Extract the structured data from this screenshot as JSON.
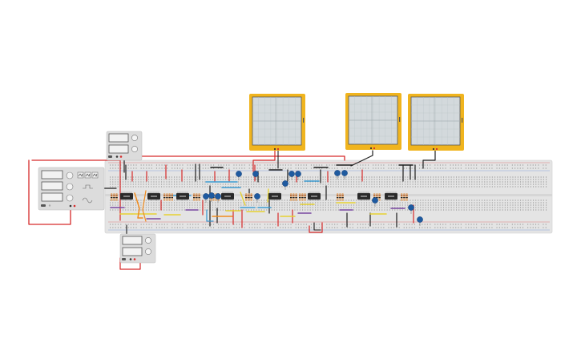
{
  "app": {
    "view": "circuit-breadboard-editor"
  },
  "colors": {
    "canvas": "#ffffff",
    "breadboard": "#e4e4e4",
    "scope_frame": "#f0b41e",
    "scope_screen": "#d3d9dc",
    "wire_red": "#d62a2a",
    "wire_black": "#1e1e1e",
    "wire_orange": "#f08c1e",
    "wire_yellow": "#e6d232",
    "wire_blue": "#3c9bd2",
    "wire_purple": "#7846a0",
    "capacitor": "#1e5aa0",
    "instrument_body": "#dcdcdc"
  },
  "instruments": {
    "oscilloscopes": [
      {
        "name": "oscilloscope-1",
        "icon": "oscilloscope-icon"
      },
      {
        "name": "oscilloscope-2",
        "icon": "oscilloscope-icon"
      },
      {
        "name": "oscilloscope-3",
        "icon": "oscilloscope-icon"
      }
    ],
    "power_supplies": [
      {
        "name": "power-supply-top",
        "icon": "power-supply-icon"
      },
      {
        "name": "power-supply-bottom",
        "icon": "power-supply-icon"
      }
    ],
    "function_generator": {
      "name": "function-generator",
      "icon": "function-generator-icon",
      "wave_buttons": [
        "square-wave-icon",
        "triangle-wave-icon",
        "sine-wave-icon"
      ]
    }
  },
  "components": {
    "ic_chips": [
      {
        "name": "ic-chip-1"
      },
      {
        "name": "ic-chip-2"
      },
      {
        "name": "ic-chip-3"
      },
      {
        "name": "ic-chip-4"
      },
      {
        "name": "ic-chip-5"
      },
      {
        "name": "ic-chip-6"
      },
      {
        "name": "ic-chip-7"
      },
      {
        "name": "ic-chip-8"
      }
    ],
    "capacitor_count": 14
  }
}
